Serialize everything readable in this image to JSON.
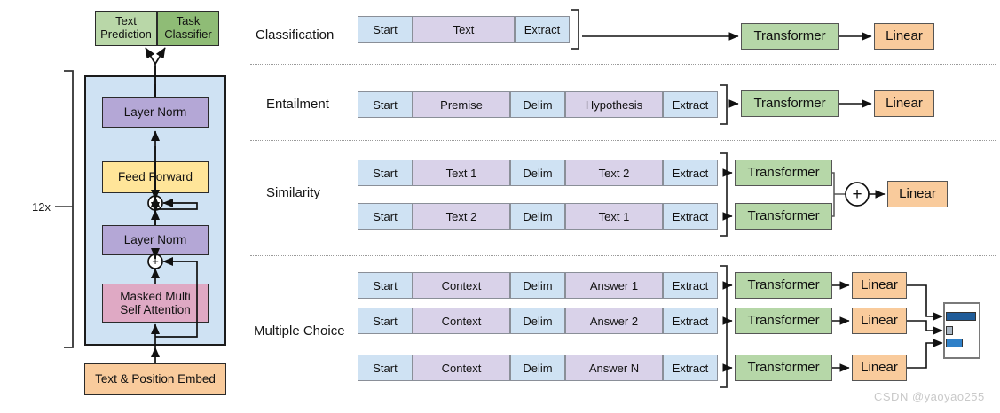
{
  "left": {
    "title_boxes": [
      {
        "label": "Text\nPrediction",
        "color": "#b9d7a8"
      },
      {
        "label": "Task\nClassifier",
        "color": "#8fbc76"
      }
    ],
    "repeat_label": "12x",
    "stack": [
      {
        "label": "Layer Norm",
        "color": "#b4a7d6"
      },
      {
        "label": "Feed Forward",
        "color": "#ffe599"
      },
      {
        "label": "Layer Norm",
        "color": "#b4a7d6"
      },
      {
        "label": "Masked Multi\nSelf Attention",
        "color": "#dfa9c4"
      }
    ],
    "embed": {
      "label": "Text & Position Embed",
      "color": "#f9cb9c"
    },
    "plus_glyph": "+",
    "panel_color": "#cfe2f3"
  },
  "colors": {
    "token_blue": "#cfe2f3",
    "token_purple": "#d9d2e9",
    "transformer_green": "#b6d7a8",
    "linear_orange": "#f9cb9c",
    "bar_dark": "#1f5c99",
    "bar_mid": "#2f80c8",
    "bar_light": "#aab7c4"
  },
  "tasks": [
    {
      "name": "Classification",
      "rows": [
        {
          "tokens": [
            {
              "text": "Start",
              "kind": "blue",
              "w": 62
            },
            {
              "text": "Text",
              "kind": "purple",
              "w": 115
            },
            {
              "text": "Extract",
              "kind": "blue",
              "w": 62
            }
          ]
        }
      ],
      "transformer": "Transformer",
      "linear": "Linear",
      "merge": "none"
    },
    {
      "name": "Entailment",
      "rows": [
        {
          "tokens": [
            {
              "text": "Start",
              "kind": "blue",
              "w": 62
            },
            {
              "text": "Premise",
              "kind": "purple",
              "w": 110
            },
            {
              "text": "Delim",
              "kind": "blue",
              "w": 62
            },
            {
              "text": "Hypothesis",
              "kind": "purple",
              "w": 110
            },
            {
              "text": "Extract",
              "kind": "blue",
              "w": 62
            }
          ]
        }
      ],
      "transformer": "Transformer",
      "linear": "Linear",
      "merge": "none"
    },
    {
      "name": "Similarity",
      "rows": [
        {
          "tokens": [
            {
              "text": "Start",
              "kind": "blue",
              "w": 62
            },
            {
              "text": "Text 1",
              "kind": "purple",
              "w": 110
            },
            {
              "text": "Delim",
              "kind": "blue",
              "w": 62
            },
            {
              "text": "Text 2",
              "kind": "purple",
              "w": 110
            },
            {
              "text": "Extract",
              "kind": "blue",
              "w": 62
            }
          ]
        },
        {
          "tokens": [
            {
              "text": "Start",
              "kind": "blue",
              "w": 62
            },
            {
              "text": "Text 2",
              "kind": "purple",
              "w": 110
            },
            {
              "text": "Delim",
              "kind": "blue",
              "w": 62
            },
            {
              "text": "Text 1",
              "kind": "purple",
              "w": 110
            },
            {
              "text": "Extract",
              "kind": "blue",
              "w": 62
            }
          ]
        }
      ],
      "transformer": "Transformer",
      "linear": "Linear",
      "merge": "plus",
      "plus_glyph": "+"
    },
    {
      "name": "Multiple Choice",
      "rows": [
        {
          "tokens": [
            {
              "text": "Start",
              "kind": "blue",
              "w": 62
            },
            {
              "text": "Context",
              "kind": "purple",
              "w": 110
            },
            {
              "text": "Delim",
              "kind": "blue",
              "w": 62
            },
            {
              "text": "Answer 1",
              "kind": "purple",
              "w": 110
            },
            {
              "text": "Extract",
              "kind": "blue",
              "w": 62
            }
          ]
        },
        {
          "tokens": [
            {
              "text": "Start",
              "kind": "blue",
              "w": 62
            },
            {
              "text": "Context",
              "kind": "purple",
              "w": 110
            },
            {
              "text": "Delim",
              "kind": "blue",
              "w": 62
            },
            {
              "text": "Answer 2",
              "kind": "purple",
              "w": 110
            },
            {
              "text": "Extract",
              "kind": "blue",
              "w": 62
            }
          ]
        },
        {
          "tokens": [
            {
              "text": "Start",
              "kind": "blue",
              "w": 62
            },
            {
              "text": "Context",
              "kind": "purple",
              "w": 110
            },
            {
              "text": "Delim",
              "kind": "blue",
              "w": 62
            },
            {
              "text": "Answer N",
              "kind": "purple",
              "w": 110
            },
            {
              "text": "Extract",
              "kind": "blue",
              "w": 62
            }
          ]
        }
      ],
      "transformer": "Transformer",
      "linear": "Linear",
      "merge": "bars",
      "bars": [
        {
          "len": 34,
          "color": "#1f5c99"
        },
        {
          "len": 8,
          "color": "#aab7c4"
        },
        {
          "len": 19,
          "color": "#2f80c8"
        }
      ]
    }
  ],
  "watermark": "CSDN @yaoyao255"
}
